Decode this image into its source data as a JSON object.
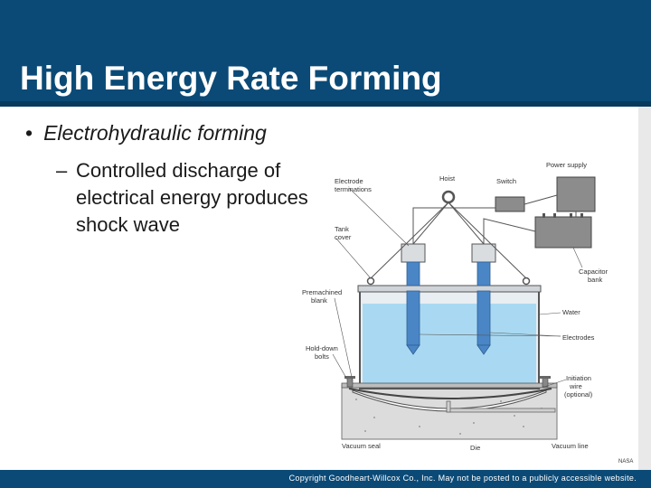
{
  "slide": {
    "title": "High Energy Rate Forming",
    "bullet_main": "Electrohydraulic forming",
    "bullet_sub": "Controlled discharge of electrical energy produces shock wave"
  },
  "figure": {
    "labels": {
      "electrode_terminations_1": "Electrode",
      "electrode_terminations_2": "terminations",
      "hoist": "Hoist",
      "switch": "Switch",
      "power_supply": "Power supply",
      "tank_cover_1": "Tank",
      "tank_cover_2": "cover",
      "capacitor_bank_1": "Capacitor",
      "capacitor_bank_2": "bank",
      "premachined_blank_1": "Premachined",
      "premachined_blank_2": "blank",
      "water": "Water",
      "electrodes": "Electrodes",
      "hold_down_bolts_1": "Hold-down",
      "hold_down_bolts_2": "bolts",
      "initiation_wire_1": "Initiation",
      "initiation_wire_2": "wire",
      "initiation_wire_3": "(optional)",
      "vacuum_seal": "Vacuum seal",
      "die": "Die",
      "vacuum_line": "Vacuum line",
      "credit": "NASA"
    }
  },
  "footer": {
    "copyright": "Copyright Goodheart-Willcox Co., Inc. May not be posted to a publicly accessible website."
  },
  "colors": {
    "header_bg": "#0b4a76",
    "water": "#a9d9f2",
    "electrode": "#4a86c5",
    "concrete": "#dcdcdc"
  }
}
